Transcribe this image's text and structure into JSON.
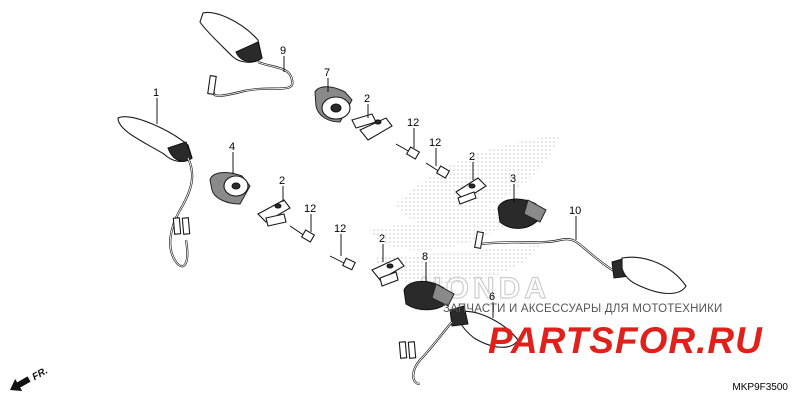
{
  "callouts": [
    "1",
    "2",
    "3",
    "4",
    "6",
    "7",
    "8",
    "9",
    "10",
    "12"
  ],
  "labels": {
    "part_1": "1",
    "part_2_a": "2",
    "part_2_b": "2",
    "part_2_c": "2",
    "part_2_d": "2",
    "part_3": "3",
    "part_4": "4",
    "part_6": "6",
    "part_7": "7",
    "part_8": "8",
    "part_9": "9",
    "part_10": "10",
    "part_12_a": "12",
    "part_12_b": "12",
    "part_12_c": "12",
    "part_12_d": "12"
  },
  "orientation": {
    "arrow_label": "FR."
  },
  "watermark": {
    "caption": "ЗАПЧАСТИ И АКСЕССУАРЫ ДЛЯ МОТОТЕХНИКИ",
    "logo_text": "PARTSFOR.RU",
    "brand_mark_text": "HONDA"
  },
  "diagram_code": "MKP9F3500",
  "colors": {
    "line": "#000000",
    "watermark_red": "#e0201a",
    "watermark_gray": "#bdbdbd"
  }
}
